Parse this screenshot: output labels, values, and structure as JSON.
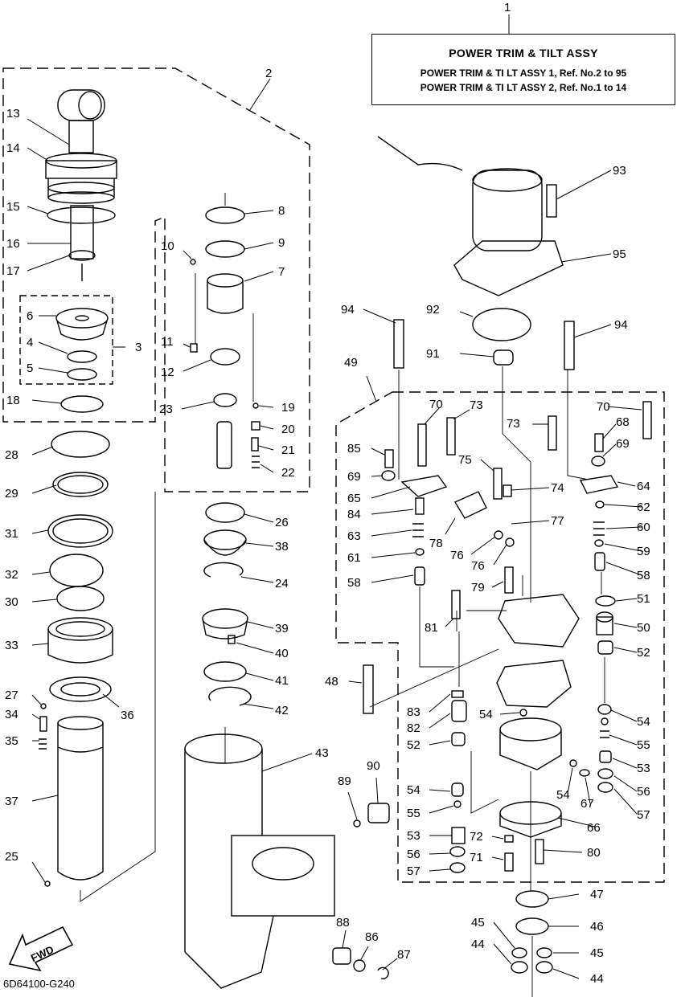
{
  "header": {
    "ref": "1",
    "title": "POWER TRIM & TILT ASSY",
    "line1": "POWER TRIM & TI LT ASSY 1,   Ref. No.2 to 95",
    "line2": "POWER TRIM & TI LT ASSY 2,   Ref. No.1 to 14"
  },
  "drawing_code": "6D64100-G240",
  "fwd_label": "FWD",
  "callouts": [
    "2",
    "3",
    "4",
    "5",
    "6",
    "7",
    "8",
    "9",
    "10",
    "11",
    "12",
    "13",
    "14",
    "15",
    "16",
    "17",
    "18",
    "19",
    "20",
    "21",
    "22",
    "23",
    "24",
    "25",
    "26",
    "27",
    "28",
    "29",
    "30",
    "31",
    "32",
    "33",
    "34",
    "35",
    "36",
    "37",
    "38",
    "39",
    "40",
    "41",
    "42",
    "43",
    "44",
    "44",
    "45",
    "45",
    "46",
    "47",
    "48",
    "49",
    "50",
    "51",
    "52",
    "52",
    "53",
    "53",
    "54",
    "54",
    "54",
    "55",
    "55",
    "56",
    "56",
    "57",
    "57",
    "58",
    "58",
    "59",
    "60",
    "61",
    "62",
    "63",
    "64",
    "65",
    "66",
    "67",
    "68",
    "69",
    "69",
    "70",
    "70",
    "71",
    "72",
    "73",
    "73",
    "74",
    "75",
    "76",
    "76",
    "77",
    "78",
    "79",
    "80",
    "81",
    "82",
    "83",
    "84",
    "85",
    "86",
    "87",
    "88",
    "89",
    "90",
    "91",
    "92",
    "93",
    "94",
    "94",
    "95"
  ]
}
